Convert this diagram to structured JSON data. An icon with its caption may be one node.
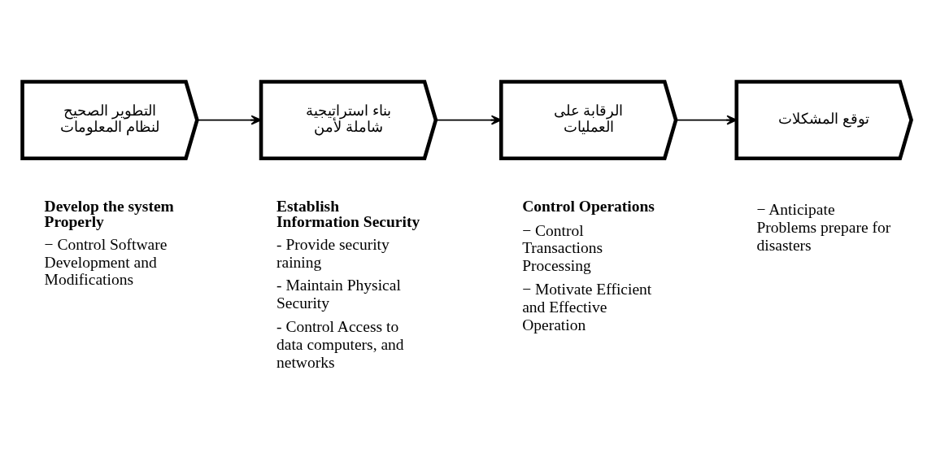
{
  "diagram": {
    "nodes": [
      {
        "text": [
          "التطوير الصحيح لنظام المعلومات"
        ],
        "beside": [
          "Develop the system Properly",
          "− Control Software Development and Modifications"
        ]
      },
      {
        "text": [
          "بناء استراتيجية شاملة لأمن"
        ],
        "beside": [
          "Establish Information Security",
          "- Provide security raining",
          "- Maintain Physical Security",
          "- Control Access to data computers, and networks"
        ]
      },
      {
        "text": [
          "الرقابة على العمليات"
        ],
        "beside": [
          "Control Operations",
          "− Control Transactions Processing",
          "− Motivate Efficient and Effective Operation"
        ]
      },
      {
        "text": [
          "توقع المشكلات"
        ],
        "beside": [
          "− Anticipate Problems prepare for disasters"
        ]
      }
    ],
    "edges": [
      {
        "from": 0,
        "to": 1,
        "arrow": "to"
      },
      {
        "from": 1,
        "to": 2,
        "arrow": "to"
      },
      {
        "from": 2,
        "to": 3,
        "arrow": "to"
      }
    ]
  }
}
